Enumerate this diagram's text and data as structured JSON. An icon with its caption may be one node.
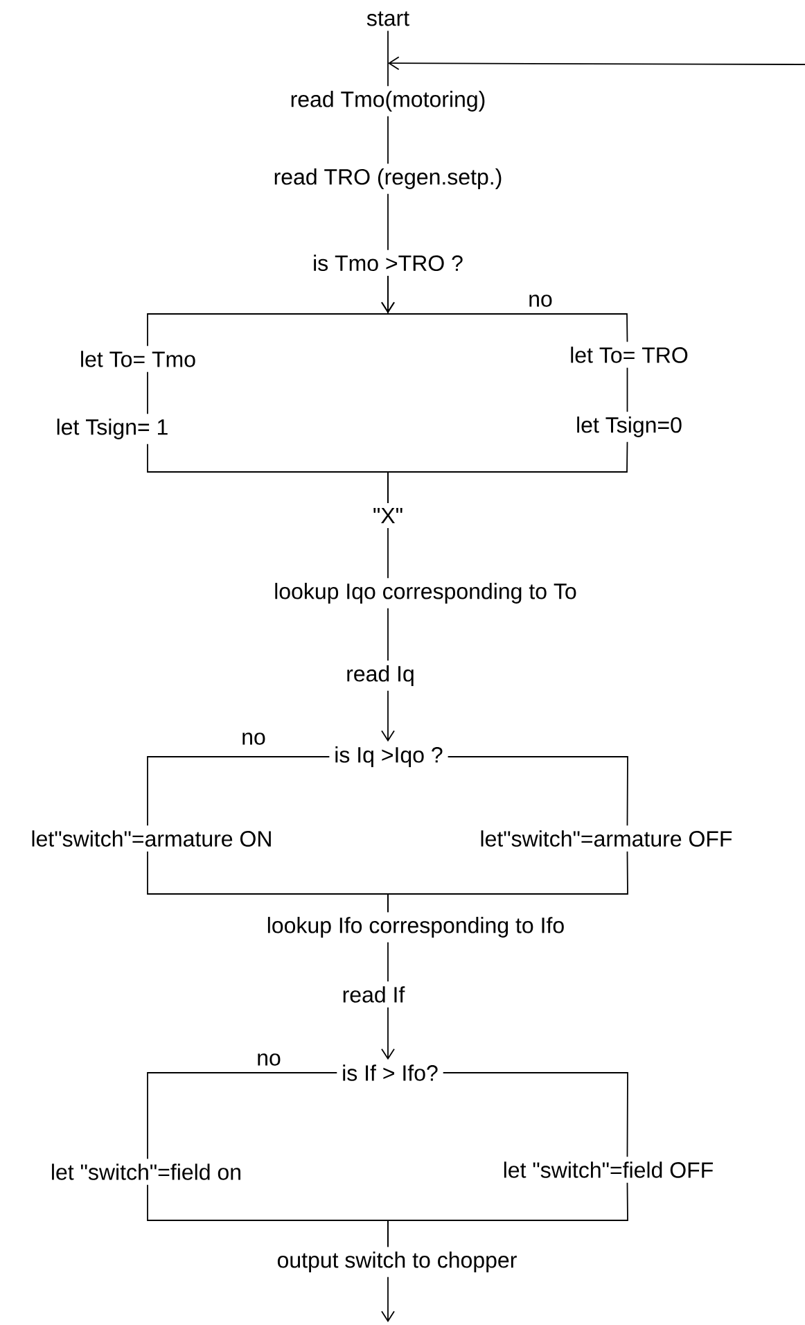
{
  "diagram": {
    "nodes": [
      {
        "text": [
          "start"
        ]
      },
      {
        "text": [
          "read Tmo(motoring)"
        ]
      },
      {
        "text": [
          "read TRO (regen.setp.)"
        ]
      },
      {
        "text": [
          "is Tmo >TRO ?"
        ]
      },
      {
        "text": [
          "let To= Tmo"
        ]
      },
      {
        "text": [
          "let Tsign= 1"
        ]
      },
      {
        "text": [
          "let To= TRO"
        ]
      },
      {
        "text": [
          "let Tsign=0"
        ]
      },
      {
        "text": [
          "\"X\""
        ]
      },
      {
        "text": [
          "lookup Iqo corresponding to To"
        ]
      },
      {
        "text": [
          "read Iq"
        ]
      },
      {
        "text": [
          "is Iq >Iqo ?"
        ]
      },
      {
        "text": [
          "let\"switch\"=armature ON"
        ]
      },
      {
        "text": [
          "let\"switch\"=armature OFF"
        ]
      },
      {
        "text": [
          "lookup Ifo corresponding to Ifo"
        ]
      },
      {
        "text": [
          "read If"
        ]
      },
      {
        "text": [
          "is If > Ifo?"
        ]
      },
      {
        "text": [
          "let \"switch\"=field on"
        ]
      },
      {
        "text": [
          "let \"switch\"=field OFF"
        ]
      },
      {
        "text": [
          "output switch to chopper"
        ]
      }
    ],
    "edges": [
      {
        "from": 0,
        "to": 1,
        "arrow": "none"
      },
      {
        "from": null,
        "to": 1,
        "arrow": "to"
      },
      {
        "from": 1,
        "to": 2,
        "arrow": "none"
      },
      {
        "from": 2,
        "to": 3,
        "arrow": "none"
      },
      {
        "from": 3,
        "to": 4,
        "arrow": "to"
      },
      {
        "from": 3,
        "to": 6,
        "arrow": "to",
        "label": "no"
      },
      {
        "from": 4,
        "to": 5,
        "arrow": "none"
      },
      {
        "from": 6,
        "to": 7,
        "arrow": "none"
      },
      {
        "from": 5,
        "to": 8,
        "arrow": "none"
      },
      {
        "from": 7,
        "to": 8,
        "arrow": "none"
      },
      {
        "from": 8,
        "to": 9,
        "arrow": "none"
      },
      {
        "from": 9,
        "to": 10,
        "arrow": "none"
      },
      {
        "from": 10,
        "to": 11,
        "arrow": "to"
      },
      {
        "from": 11,
        "to": 12,
        "arrow": "none",
        "label": "no"
      },
      {
        "from": 11,
        "to": 13,
        "arrow": "none"
      },
      {
        "from": 12,
        "to": 14,
        "arrow": "none"
      },
      {
        "from": 13,
        "to": 14,
        "arrow": "none"
      },
      {
        "from": 14,
        "to": 15,
        "arrow": "none"
      },
      {
        "from": 15,
        "to": 16,
        "arrow": "to"
      },
      {
        "from": 16,
        "to": 17,
        "arrow": "none",
        "label": "no"
      },
      {
        "from": 16,
        "to": 18,
        "arrow": "none"
      },
      {
        "from": 17,
        "to": 19,
        "arrow": "none"
      },
      {
        "from": 18,
        "to": 19,
        "arrow": "none"
      },
      {
        "from": 19,
        "to": null,
        "arrow": "to"
      }
    ]
  }
}
